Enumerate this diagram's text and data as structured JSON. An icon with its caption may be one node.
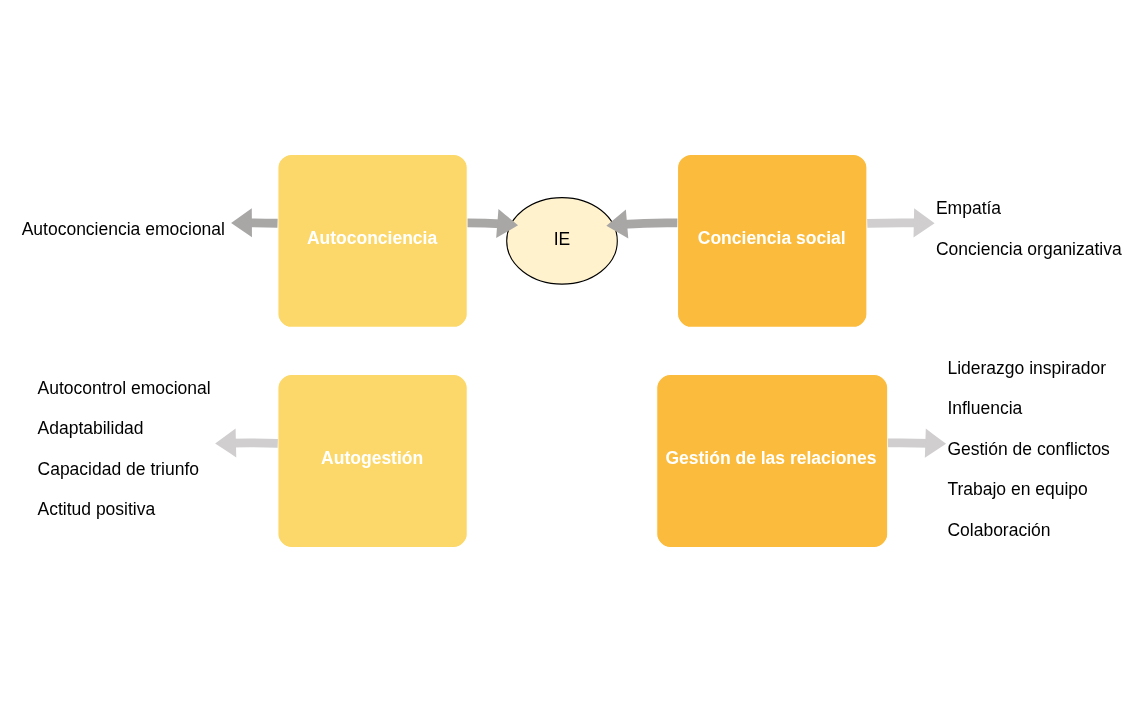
{
  "diagram": {
    "nodes": [
      {
        "text": [
          "Autoconciencia"
        ]
      },
      {
        "text": [
          "Conciencia social"
        ]
      },
      {
        "text": [
          "Autogestión"
        ]
      },
      {
        "text": [
          "Gestión de las relaciones"
        ]
      },
      {
        "text": [
          "IE"
        ]
      },
      {
        "text": [
          "Autoconciencia emocional"
        ]
      },
      {
        "text": [
          "Empatía",
          "Conciencia organizativa"
        ]
      },
      {
        "text": [
          "Autocontrol emocional",
          "Adaptabilidad",
          "Capacidad de triunfo",
          "Actitud positiva"
        ]
      },
      {
        "text": [
          "Liderazgo inspirador",
          "Influencia",
          "Gestión de conflictos",
          "Trabajo en equipo",
          "Colaboración"
        ]
      }
    ],
    "edges": [
      {
        "from": 0,
        "to": 5,
        "arrow": "to",
        "color": "#a9a6a6"
      },
      {
        "from": 1,
        "to": 6,
        "arrow": "to"
      },
      {
        "from": 2,
        "to": 7,
        "arrow": "to"
      },
      {
        "from": 3,
        "to": 8,
        "arrow": "to"
      },
      {
        "from": 0,
        "to": 4,
        "arrow": "to",
        "color": "#a9a6a6"
      },
      {
        "from": 1,
        "to": 4,
        "arrow": "to",
        "color": "#a9a6a6"
      }
    ]
  }
}
